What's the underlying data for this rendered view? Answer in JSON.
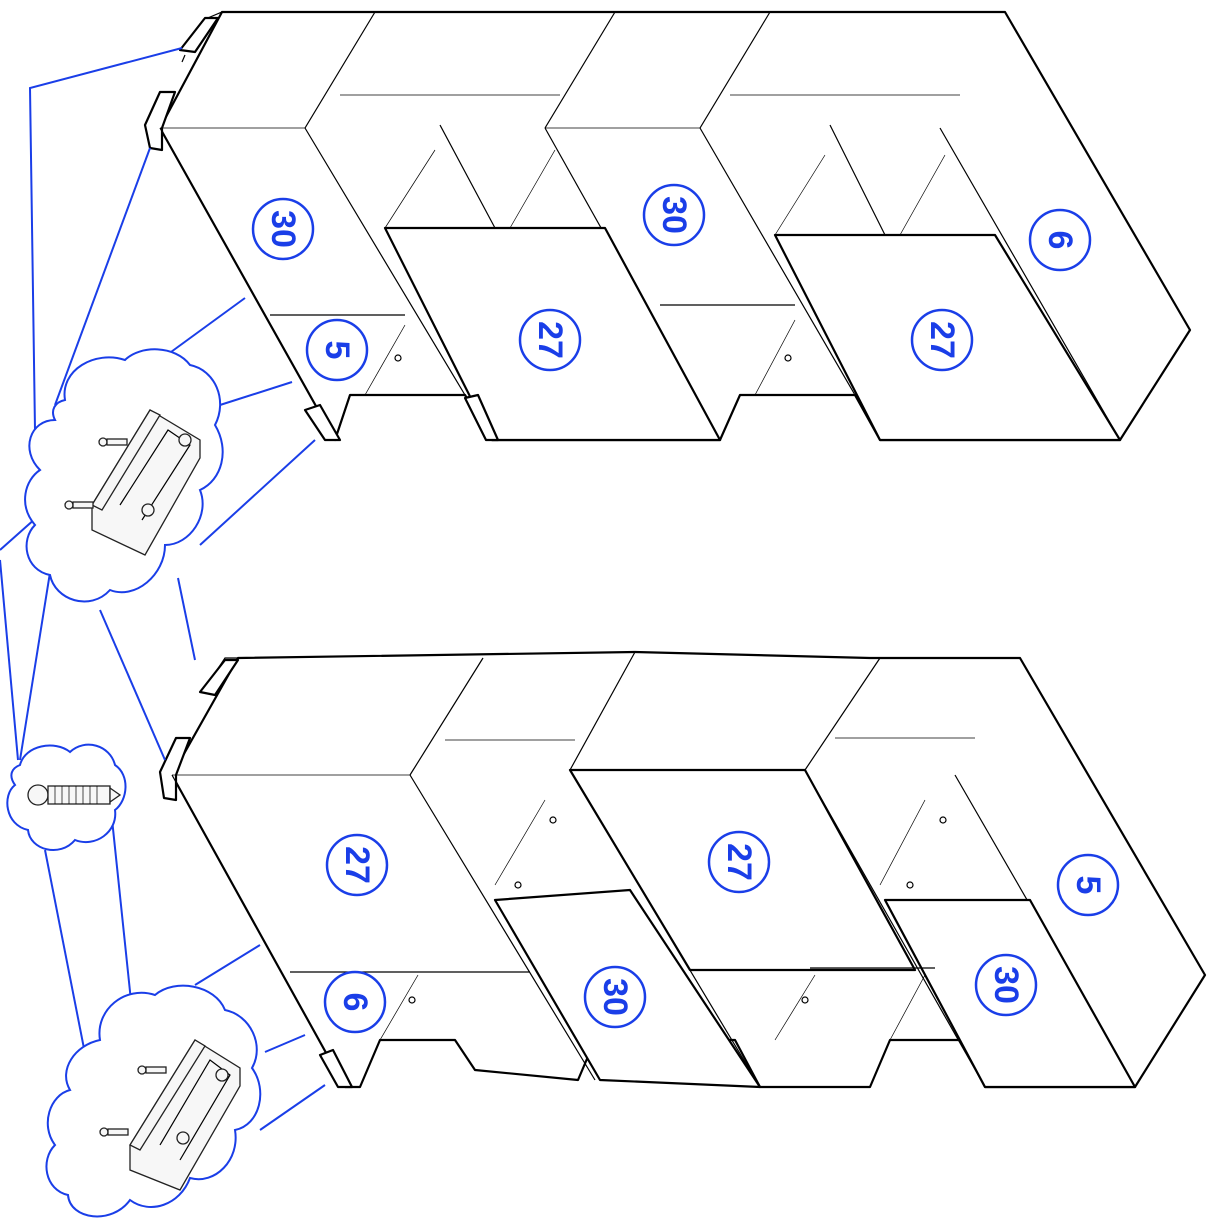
{
  "labels": {
    "top_unit": [
      "30",
      "5",
      "27",
      "30",
      "27",
      "6"
    ],
    "bottom_unit": [
      "27",
      "6",
      "30",
      "27",
      "5",
      "30"
    ]
  },
  "colors": {
    "callout": "#1a3ee8",
    "linework": "#000000",
    "background": "#ffffff"
  },
  "icons": {
    "foot_bracket": "foot-bracket-icon",
    "screw": "screw-icon"
  }
}
